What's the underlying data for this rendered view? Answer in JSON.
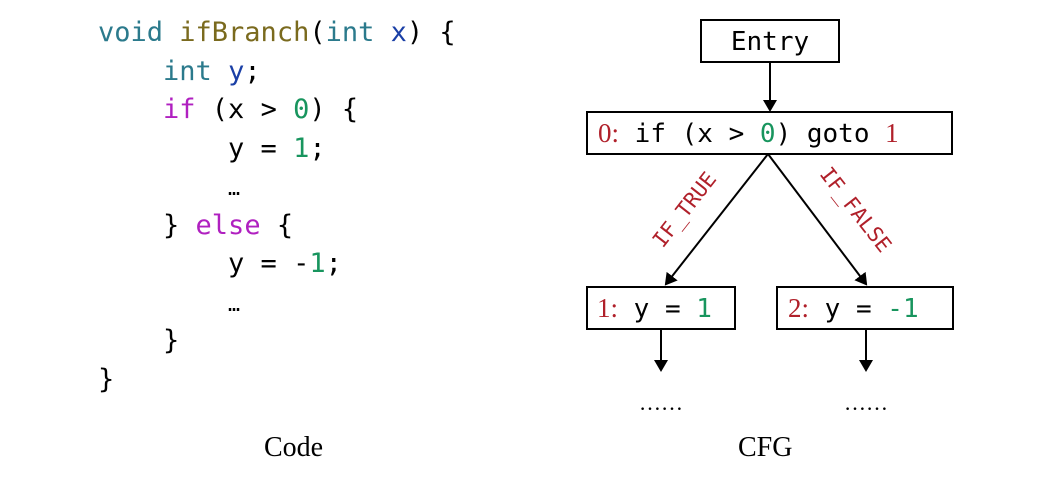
{
  "code": {
    "lines": [
      [
        {
          "t": "void ",
          "c": "kw"
        },
        {
          "t": "ifBranch",
          "c": "fn"
        },
        {
          "t": "(",
          "c": "plain"
        },
        {
          "t": "int ",
          "c": "kw"
        },
        {
          "t": "x",
          "c": "var"
        },
        {
          "t": ") {",
          "c": "plain"
        }
      ],
      [
        {
          "t": "    ",
          "c": "plain"
        },
        {
          "t": "int ",
          "c": "kw"
        },
        {
          "t": "y",
          "c": "var"
        },
        {
          "t": ";",
          "c": "plain"
        }
      ],
      [
        {
          "t": "    ",
          "c": "plain"
        },
        {
          "t": "if",
          "c": "ctl"
        },
        {
          "t": " (x > ",
          "c": "plain"
        },
        {
          "t": "0",
          "c": "num"
        },
        {
          "t": ") {",
          "c": "plain"
        }
      ],
      [
        {
          "t": "        y = ",
          "c": "plain"
        },
        {
          "t": "1",
          "c": "num"
        },
        {
          "t": ";",
          "c": "plain"
        }
      ],
      [
        {
          "t": "        ",
          "c": "plain"
        },
        {
          "t": "…",
          "c": "dots"
        }
      ],
      [
        {
          "t": "    } ",
          "c": "plain"
        },
        {
          "t": "else",
          "c": "ctl"
        },
        {
          "t": " {",
          "c": "plain"
        }
      ],
      [
        {
          "t": "        y = -",
          "c": "plain"
        },
        {
          "t": "1",
          "c": "num"
        },
        {
          "t": ";",
          "c": "plain"
        }
      ],
      [
        {
          "t": "        ",
          "c": "plain"
        },
        {
          "t": "…",
          "c": "dots"
        }
      ],
      [
        {
          "t": "    }",
          "c": "plain"
        }
      ],
      [
        {
          "t": "}",
          "c": "plain"
        }
      ]
    ]
  },
  "captions": {
    "left": "Code",
    "right": "CFG"
  },
  "cfg": {
    "entry": "Entry",
    "node0": {
      "idx": "0:",
      "pre": " if (x > ",
      "num": "0",
      "mid": ") goto ",
      "target": "1"
    },
    "node1": {
      "idx": "1:",
      "pre": " y = ",
      "num": "1"
    },
    "node2": {
      "idx": "2:",
      "pre": " y = ",
      "num": "-1"
    },
    "edge_true": "IF_TRUE",
    "edge_false": "IF_FALSE",
    "cont_left": "……",
    "cont_right": "……"
  },
  "colors": {
    "keyword": "#2b7a8c",
    "function": "#7a6a1e",
    "variable": "#1a3fa6",
    "control": "#b020c0",
    "number": "#18955e",
    "label_red": "#b0202a"
  }
}
